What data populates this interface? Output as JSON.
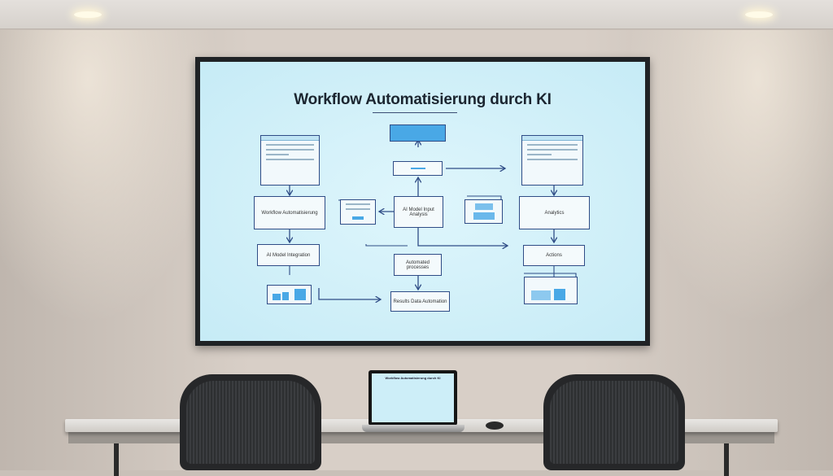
{
  "scene": {
    "description_tag": "conference-room"
  },
  "screen": {
    "title": "Workflow Automatisierung durch KI",
    "boxes": {
      "left_process": "Workflow Automatisierung",
      "left_step": "AI Model Integration",
      "center_main": "AI Model Input Analysis",
      "center_step": "Automated processes",
      "center_output": "Results Data Automation",
      "right_process": "Analytics",
      "right_step": "Actions"
    },
    "accent_color": "#49a8e6",
    "line_color": "#2f4c86",
    "background_color": "#cdeef8"
  },
  "laptop": {
    "title": "Workflow Automatisierung durch KI"
  }
}
